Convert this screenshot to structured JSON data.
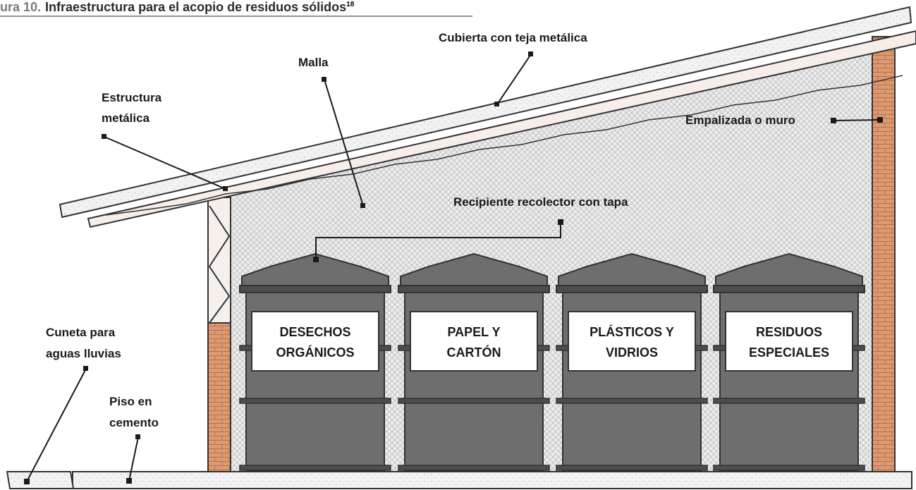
{
  "figure": {
    "number": "ura 10.",
    "title": "Infraestructura para el acopio de residuos sólidos",
    "superscript": "18"
  },
  "labels": {
    "cubierta": "Cubierta con teja metálica",
    "malla": "Malla",
    "estructura_1": "Estructura",
    "estructura_2": "metálica",
    "empalizada": "Empalizada o muro",
    "recipiente": "Recipiente recolector con tapa",
    "cuneta_1": "Cuneta para",
    "cuneta_2": "aguas lluvias",
    "piso_1": "Piso en",
    "piso_2": "cemento"
  },
  "bins": [
    {
      "line1": "DESECHOS",
      "line2": "ORGÁNICOS"
    },
    {
      "line1": "PAPEL Y",
      "line2": "CARTÓN"
    },
    {
      "line1": "PLÁSTICOS Y",
      "line2": "VIDRIOS"
    },
    {
      "line1": "RESIDUOS",
      "line2": "ESPECIALES"
    }
  ],
  "colors": {
    "bin_fill": "#6e6e6e",
    "bin_dark": "#4d4d4d",
    "mesh_bg": "#e6e6e6",
    "brick": "#d9926a",
    "outline": "#333333"
  }
}
